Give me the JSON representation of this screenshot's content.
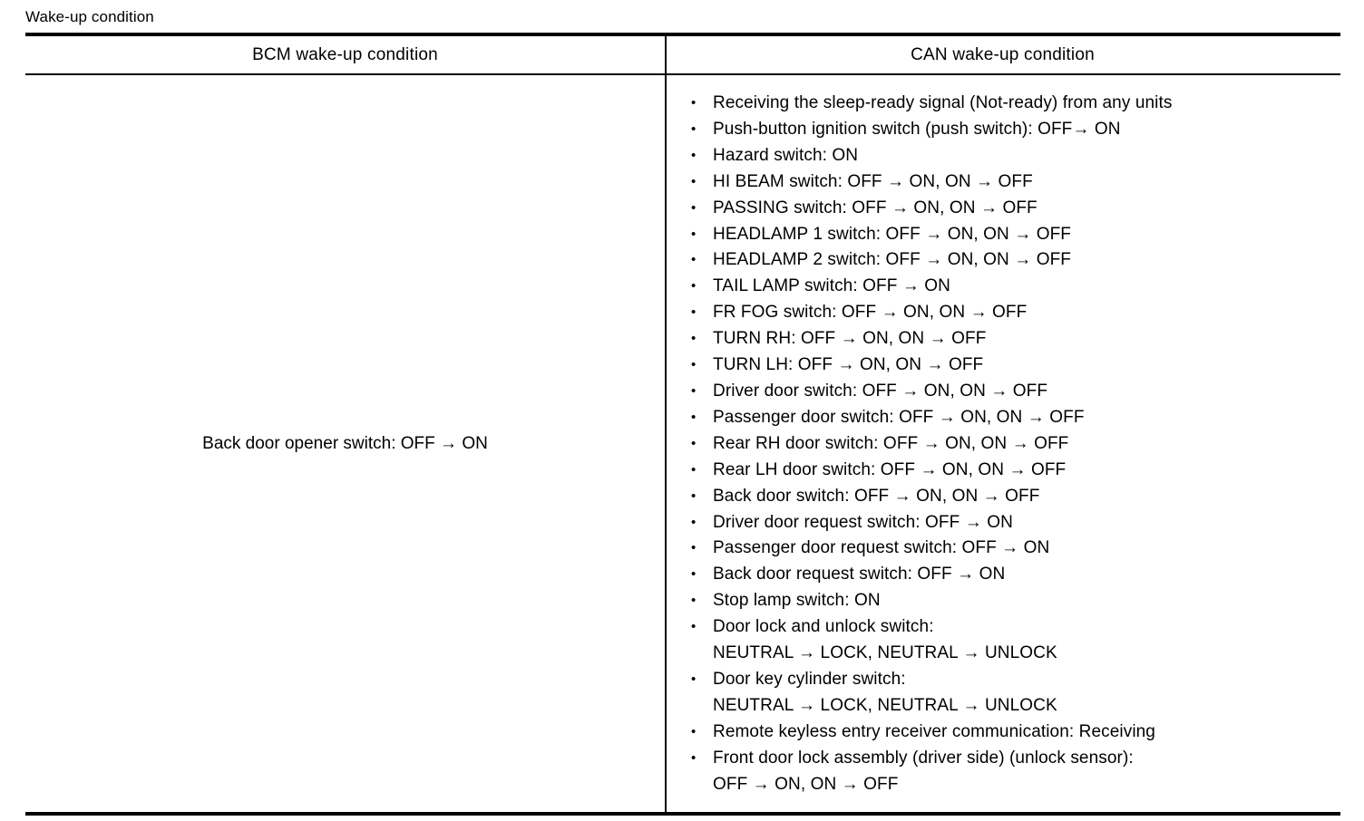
{
  "caption": "Wake-up condition",
  "table": {
    "headers": {
      "left": "BCM wake-up condition",
      "right": "CAN wake-up condition"
    },
    "left_cell": "Back door opener switch: OFF → ON",
    "right_items": [
      "Receiving the sleep-ready signal (Not-ready) from any units",
      "Push-button ignition switch (push switch): OFF→ ON",
      "Hazard switch: ON",
      "HI BEAM switch: OFF → ON, ON → OFF",
      "PASSING switch: OFF → ON, ON → OFF",
      "HEADLAMP 1 switch: OFF → ON, ON → OFF",
      "HEADLAMP 2 switch: OFF → ON, ON → OFF",
      "TAIL LAMP switch: OFF → ON",
      "FR FOG switch: OFF → ON, ON → OFF",
      "TURN RH: OFF → ON, ON → OFF",
      "TURN LH: OFF → ON, ON → OFF",
      "Driver door switch: OFF → ON, ON → OFF",
      "Passenger door switch: OFF → ON, ON → OFF",
      "Rear RH door switch: OFF → ON, ON → OFF",
      "Rear LH door switch: OFF → ON, ON → OFF",
      "Back door switch: OFF → ON, ON → OFF",
      "Driver door request switch: OFF → ON",
      "Passenger door request switch: OFF → ON",
      "Back door request switch: OFF → ON",
      "Stop lamp switch: ON",
      "Door lock and unlock switch:\nNEUTRAL → LOCK, NEUTRAL → UNLOCK",
      "Door key cylinder switch:\nNEUTRAL → LOCK, NEUTRAL → UNLOCK",
      "Remote keyless entry receiver communication: Receiving",
      "Front door lock assembly (driver side) (unlock sensor):\nOFF → ON, ON → OFF"
    ]
  },
  "colors": {
    "rule": "#000000",
    "text": "#000000",
    "background": "#ffffff"
  }
}
